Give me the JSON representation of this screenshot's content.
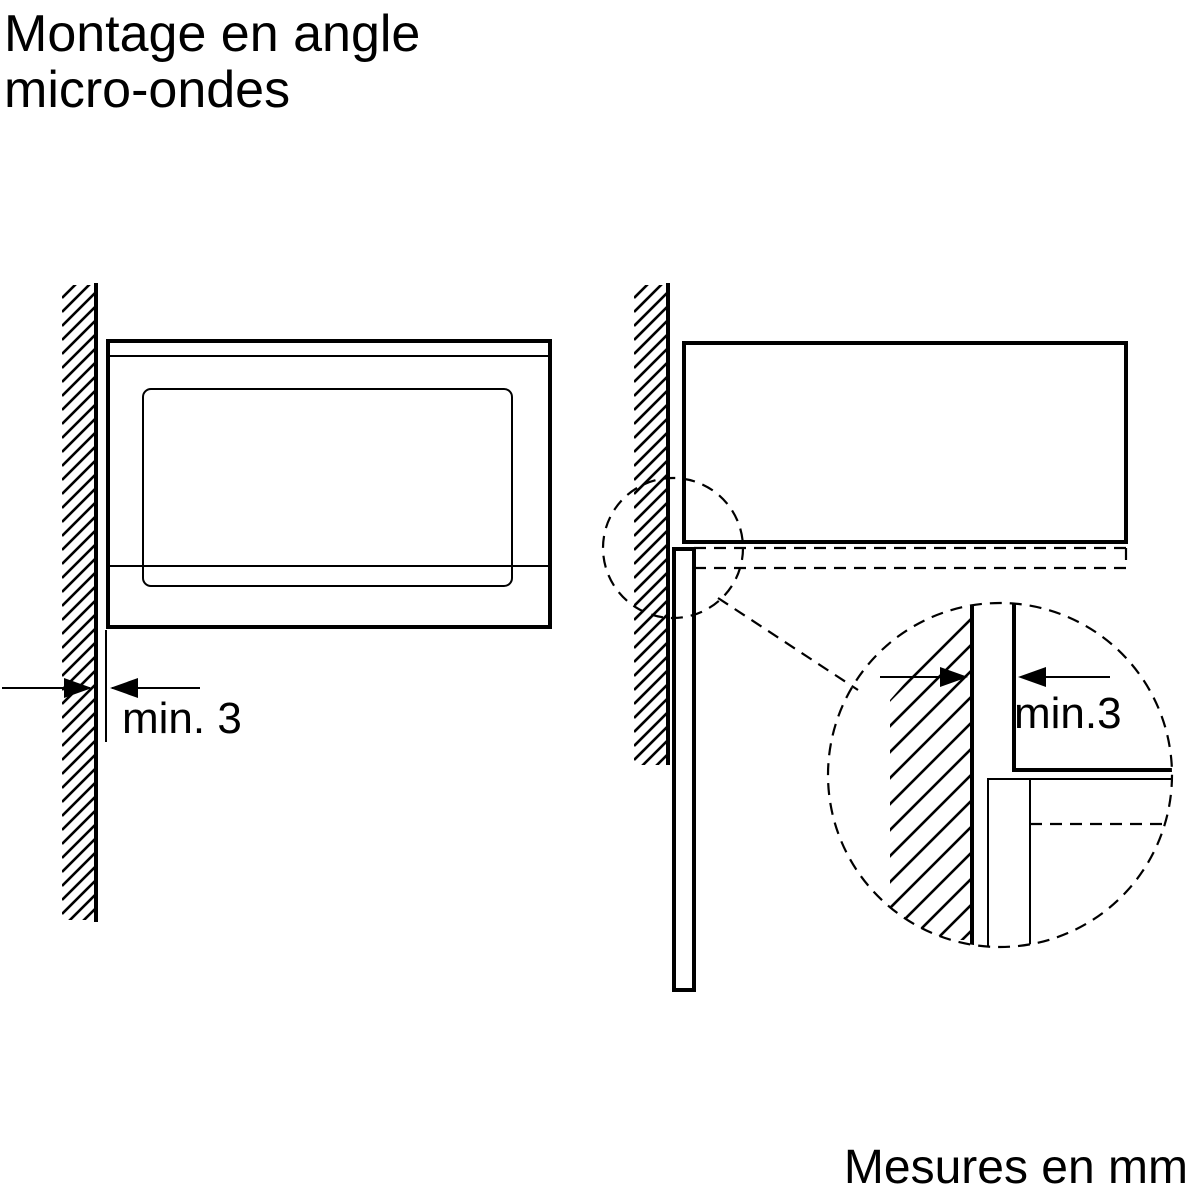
{
  "title": {
    "line1": "Montage en angle",
    "line2": "micro-ondes"
  },
  "dimensions": {
    "left_label": "min. 3",
    "detail_label": "min.3"
  },
  "units_note": "Mesures en mm"
}
